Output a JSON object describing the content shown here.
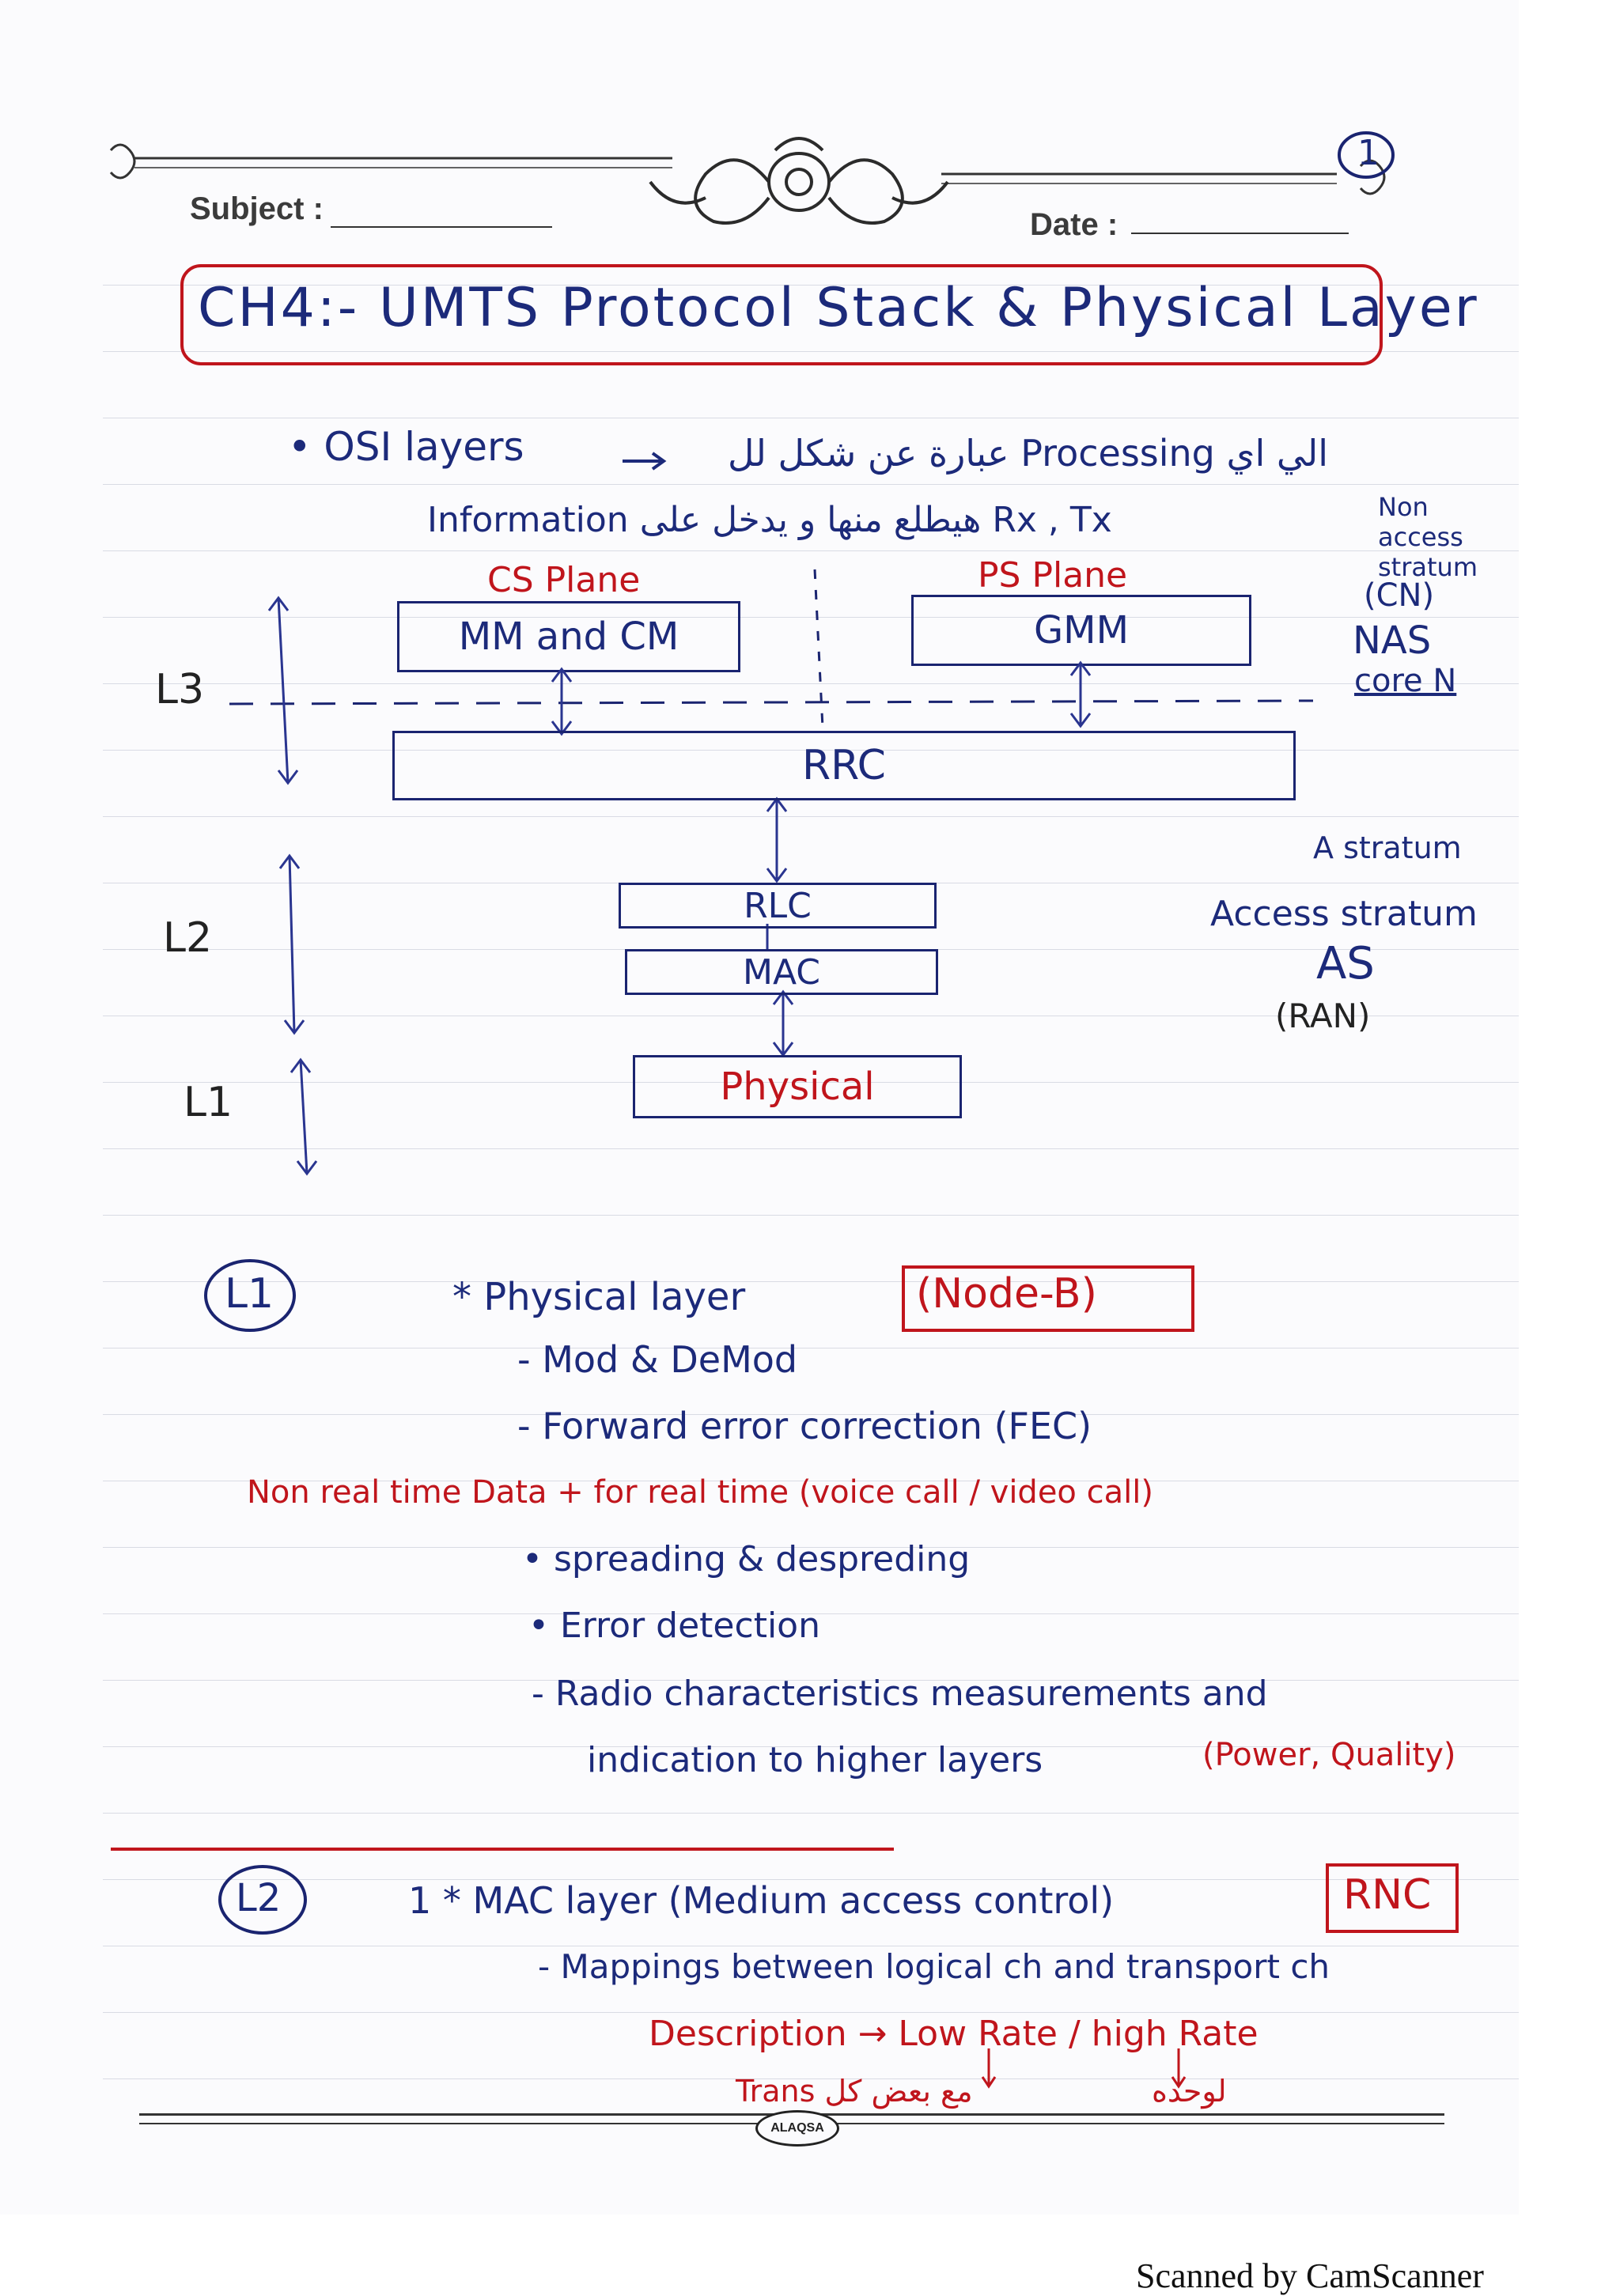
{
  "header": {
    "page_number": "1",
    "subject_label": "Subject :",
    "date_label": "Date :"
  },
  "title": "CH4:- UMTS Protocol Stack & Physical Layer",
  "intro": {
    "line1_left": "• OSI layers",
    "line1_right": "عبارة عن شكل لل Processing الي اي",
    "line2": "Information هيطلع منها و يدخل على Rx , Tx",
    "side_note_top": "Non access stratum",
    "side_note_cn": "(CN)",
    "side_note_nas": "NAS",
    "side_note_core": "core N"
  },
  "diagram": {
    "cs_plane": "CS Plane",
    "ps_plane": "PS Plane",
    "mm_cm": "MM and CM",
    "gmm": "GMM",
    "rrc": "RRC",
    "rlc": "RLC",
    "mac": "MAC",
    "physical": "Physical",
    "l3": "L3",
    "l2": "L2",
    "l1": "L1",
    "as_top": "A stratum",
    "access": "Access stratum",
    "as": "AS",
    "ran": "(RAN)"
  },
  "l1_section": {
    "label": "L1",
    "heading": "* Physical layer",
    "node": "(Node-B)",
    "items": [
      "- Mod & DeMod",
      "- Forward error correction (FEC)"
    ],
    "red_note": "Non real time Data + for real time (voice call / video call)",
    "items2": [
      "• spreading & despreding",
      "• Error detection",
      "- Radio characteristics measurements and",
      "indication to higher layers"
    ],
    "red_suffix": "(Power, Quality)"
  },
  "l2_section": {
    "label": "L2",
    "heading": "1 * MAC layer (Medium access control)",
    "rnc": "RNC",
    "item": "- Mappings between logical ch and transport ch",
    "red_line": "Description → Low Rate / high Rate",
    "red_bottom_left": "Trans مع بعض كل",
    "red_bottom_right": "لوحده"
  },
  "footer": {
    "brand": "ALAQSA",
    "scan": "Scanned by CamScanner"
  }
}
